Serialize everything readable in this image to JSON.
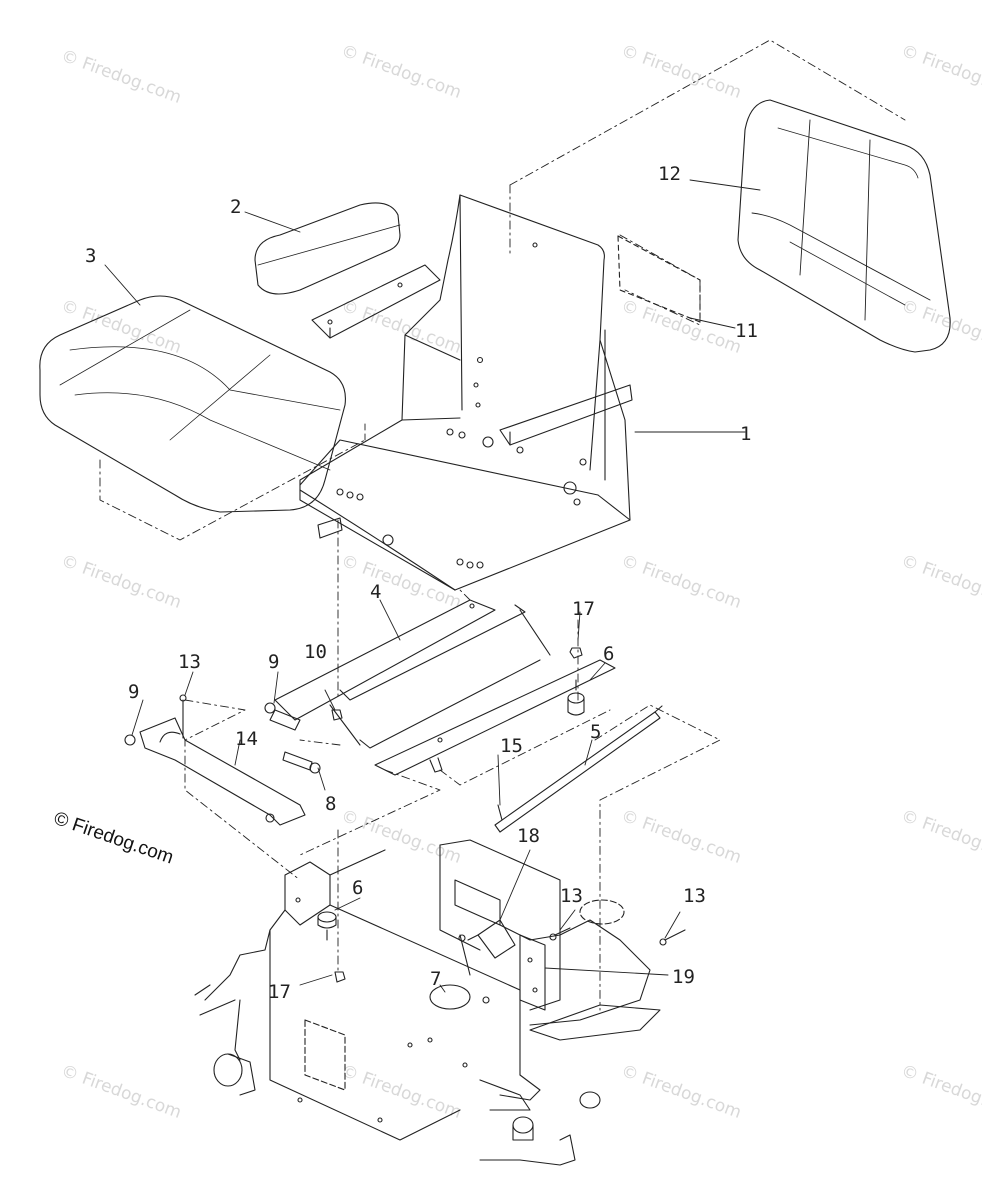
{
  "watermark_text": "© Firedog.com",
  "credit_text": "© Firedog.com",
  "ink_color": "#222222",
  "watermark_color": "#d8d8d8",
  "callouts": [
    {
      "id": "c1",
      "text": "1"
    },
    {
      "id": "c2",
      "text": "2"
    },
    {
      "id": "c3",
      "text": "3"
    },
    {
      "id": "c4",
      "text": "4"
    },
    {
      "id": "c5",
      "text": "5"
    },
    {
      "id": "c6a",
      "text": "6"
    },
    {
      "id": "c6b",
      "text": "6"
    },
    {
      "id": "c7",
      "text": "7"
    },
    {
      "id": "c8",
      "text": "8"
    },
    {
      "id": "c9a",
      "text": "9"
    },
    {
      "id": "c9b",
      "text": "9"
    },
    {
      "id": "c10",
      "text": "10"
    },
    {
      "id": "c11",
      "text": "11"
    },
    {
      "id": "c12",
      "text": "12"
    },
    {
      "id": "c13a",
      "text": "13"
    },
    {
      "id": "c13b",
      "text": "13"
    },
    {
      "id": "c13c",
      "text": "13"
    },
    {
      "id": "c14",
      "text": "14"
    },
    {
      "id": "c15",
      "text": "15"
    },
    {
      "id": "c17a",
      "text": "17"
    },
    {
      "id": "c17b",
      "text": "17"
    },
    {
      "id": "c18",
      "text": "18"
    },
    {
      "id": "c19",
      "text": "19"
    }
  ]
}
